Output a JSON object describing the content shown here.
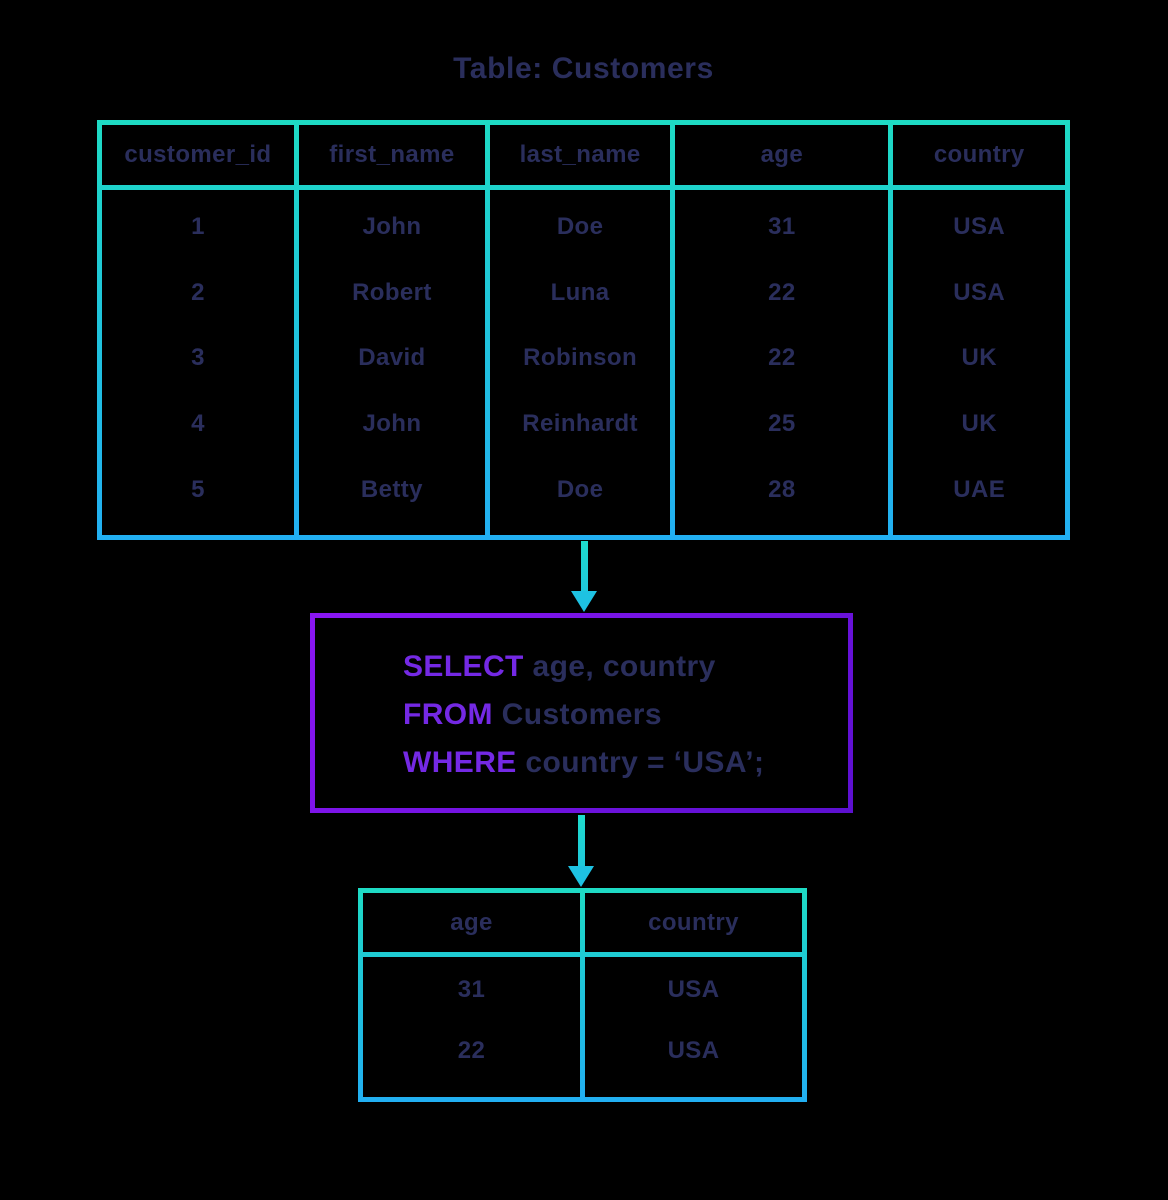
{
  "palette": {
    "background": "#000000",
    "text_navy": "#2a2e5c",
    "border_teal": "#1edbc4",
    "border_blue": "#22aff2",
    "keyword_purple": "#7429e4",
    "query_border_purple_start": "#8a16f3",
    "query_border_purple_end": "#5c10d0"
  },
  "title": "Table: Customers",
  "customers_table": {
    "columns": [
      "customer_id",
      "first_name",
      "last_name",
      "age",
      "country"
    ],
    "rows": [
      [
        "1",
        "John",
        "Doe",
        "31",
        "USA"
      ],
      [
        "2",
        "Robert",
        "Luna",
        "22",
        "USA"
      ],
      [
        "3",
        "David",
        "Robinson",
        "22",
        "UK"
      ],
      [
        "4",
        "John",
        "Reinhardt",
        "25",
        "UK"
      ],
      [
        "5",
        "Betty",
        "Doe",
        "28",
        "UAE"
      ]
    ]
  },
  "query": {
    "lines": [
      {
        "keyword": "SELECT",
        "rest": " age, country"
      },
      {
        "keyword": "FROM",
        "rest": " Customers"
      },
      {
        "keyword": "WHERE",
        "rest": " country = ‘USA’;"
      }
    ]
  },
  "result_table": {
    "columns": [
      "age",
      "country"
    ],
    "rows": [
      [
        "31",
        "USA"
      ],
      [
        "22",
        "USA"
      ]
    ]
  }
}
